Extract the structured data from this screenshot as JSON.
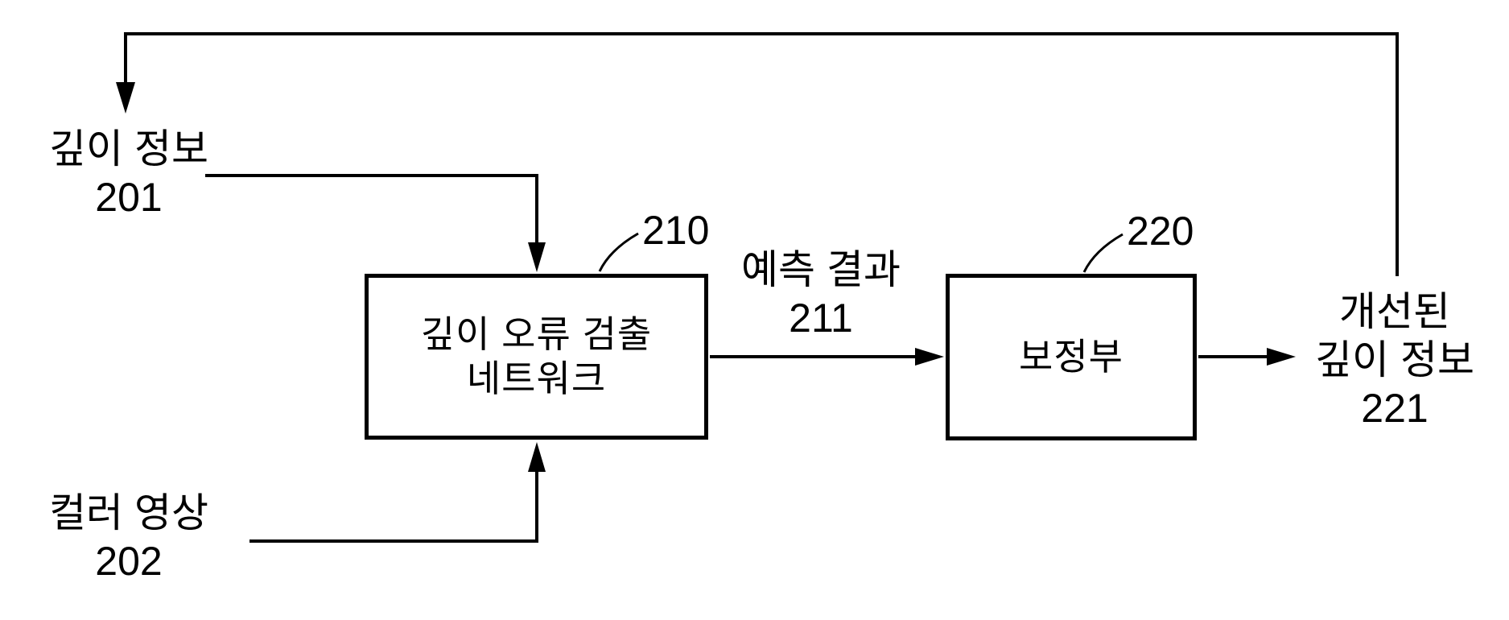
{
  "figure": {
    "background_color": "#ffffff",
    "line_color": "#000000",
    "nodes": {
      "depth_error_network": {
        "label_line1": "깊이 오류 검출",
        "label_line2": "네트워크",
        "ref": "210"
      },
      "correction_unit": {
        "label": "보정부",
        "ref": "220"
      }
    },
    "io": {
      "depth_input": {
        "label": "깊이 정보",
        "ref": "201"
      },
      "color_input": {
        "label": "컬러 영상",
        "ref": "202"
      },
      "prediction": {
        "label": "예측 결과",
        "ref": "211"
      },
      "improved_output": {
        "label_line1": "개선된",
        "label_line2": "깊이 정보",
        "ref": "221"
      }
    }
  }
}
